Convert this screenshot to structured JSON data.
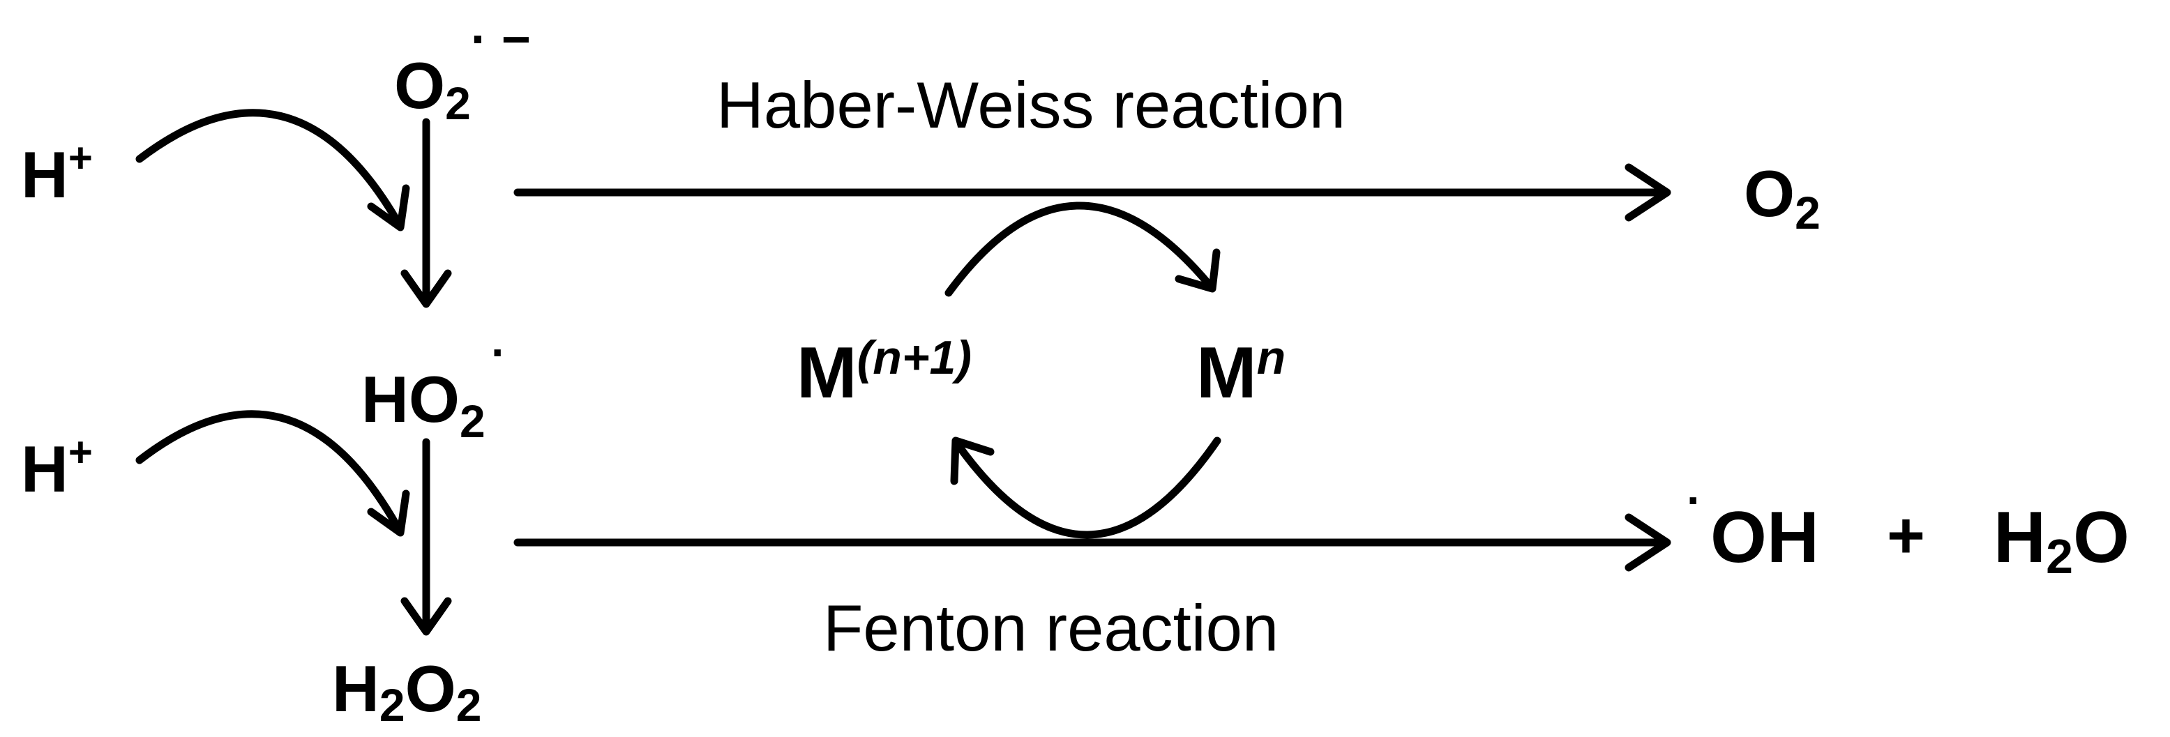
{
  "diagram": {
    "species": {
      "superoxide": {
        "base": "O",
        "sub": "2",
        "sup": "· −"
      },
      "proton_top": {
        "base": "H",
        "sup": "+"
      },
      "hydroperoxyl": {
        "base": "HO",
        "sub": "2",
        "sup": "·"
      },
      "proton_bottom": {
        "base": "H",
        "sup": "+"
      },
      "hydrogen_peroxide": {
        "a": "H",
        "sub1": "2",
        "b": "O",
        "sub2": "2"
      },
      "oxygen_product": {
        "base": "O",
        "sub": "2"
      },
      "metal_oxidized": {
        "base": "M",
        "sup": "(n+1)"
      },
      "metal_reduced": {
        "base": "M",
        "sup": "n"
      },
      "hydroxyl_radical": {
        "dot": "·",
        "base": "OH"
      },
      "plus_sign": "+",
      "water": {
        "a": "H",
        "sub": "2",
        "b": "O"
      }
    },
    "reactions": {
      "haber_weiss": "Haber-Weiss reaction",
      "fenton": "Fenton reaction"
    }
  }
}
